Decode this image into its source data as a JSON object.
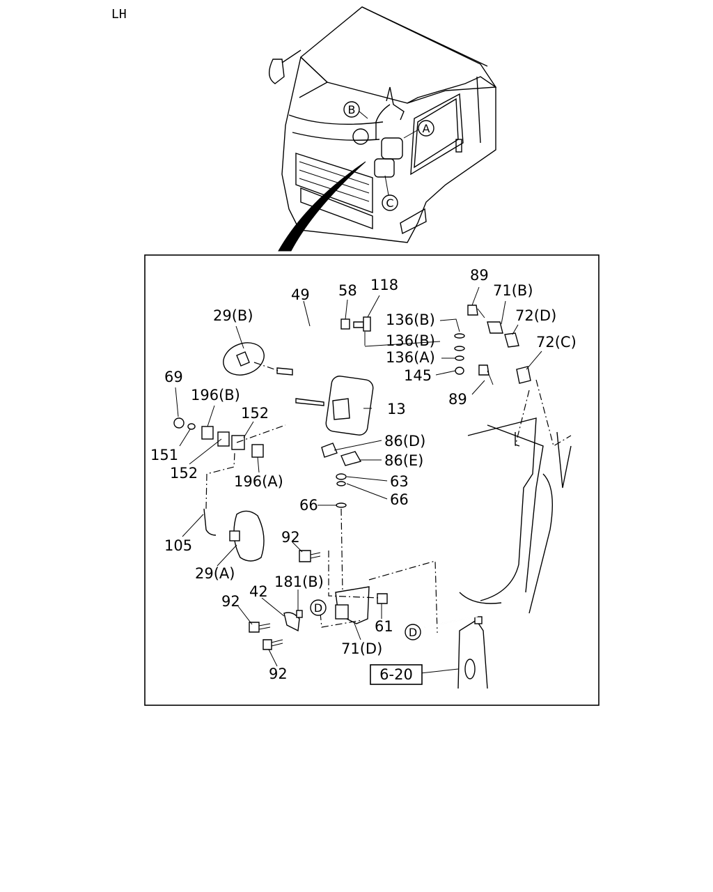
{
  "header": {
    "side_label": "LH"
  },
  "overview": {
    "circle_labels": [
      "B",
      "A",
      "C"
    ]
  },
  "ref_box": {
    "label": "6-20"
  },
  "callouts": [
    {
      "id": "49",
      "text": "49"
    },
    {
      "id": "58",
      "text": "58"
    },
    {
      "id": "118",
      "text": "118"
    },
    {
      "id": "89a",
      "text": "89"
    },
    {
      "id": "71b",
      "text": "71(B)"
    },
    {
      "id": "72d",
      "text": "72(D)"
    },
    {
      "id": "72c",
      "text": "72(C)"
    },
    {
      "id": "136b1",
      "text": "136(B)"
    },
    {
      "id": "136b2",
      "text": "136(B)"
    },
    {
      "id": "136a",
      "text": "136(A)"
    },
    {
      "id": "145",
      "text": "145"
    },
    {
      "id": "89b",
      "text": "89"
    },
    {
      "id": "29b",
      "text": "29(B)"
    },
    {
      "id": "69",
      "text": "69"
    },
    {
      "id": "196b",
      "text": "196(B)"
    },
    {
      "id": "152a",
      "text": "152"
    },
    {
      "id": "151",
      "text": "151"
    },
    {
      "id": "152b",
      "text": "152"
    },
    {
      "id": "196a",
      "text": "196(A)"
    },
    {
      "id": "13",
      "text": "13"
    },
    {
      "id": "86d",
      "text": "86(D)"
    },
    {
      "id": "86e",
      "text": "86(E)"
    },
    {
      "id": "63",
      "text": "63"
    },
    {
      "id": "66a",
      "text": "66"
    },
    {
      "id": "66b",
      "text": "66"
    },
    {
      "id": "105",
      "text": "105"
    },
    {
      "id": "29a",
      "text": "29(A)"
    },
    {
      "id": "92a",
      "text": "92"
    },
    {
      "id": "181b",
      "text": "181(B)"
    },
    {
      "id": "42",
      "text": "42"
    },
    {
      "id": "92b",
      "text": "92"
    },
    {
      "id": "61",
      "text": "61"
    },
    {
      "id": "71d",
      "text": "71(D)"
    },
    {
      "id": "92c",
      "text": "92"
    }
  ],
  "connectors": [
    {
      "id": "d1",
      "text": "D"
    },
    {
      "id": "d2",
      "text": "D"
    }
  ]
}
